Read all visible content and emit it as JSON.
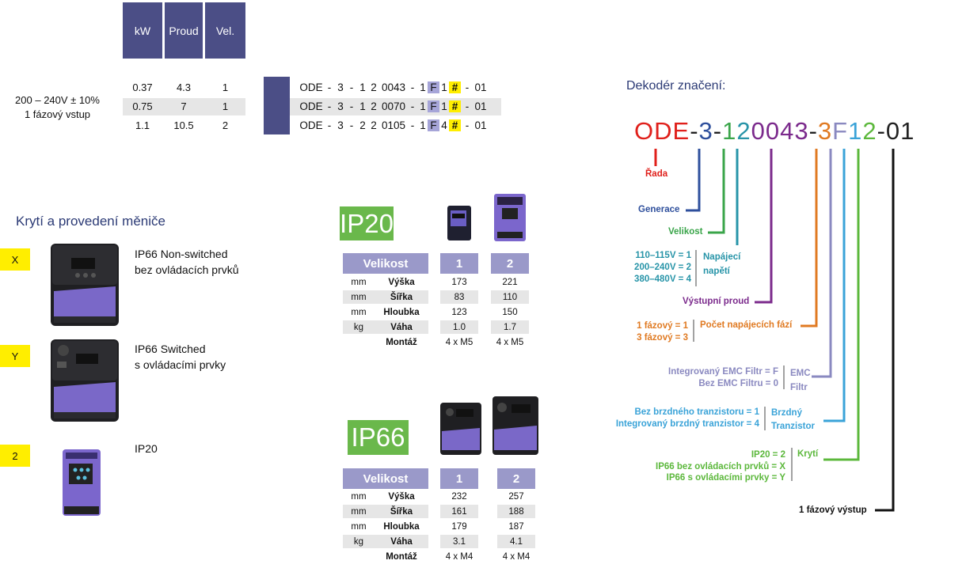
{
  "rating_table": {
    "headers": [
      "kW",
      "Proud",
      "Vel."
    ],
    "supply_label_line1": "200 – 240V ± 10%",
    "supply_label_line2": "1 fázový vstup",
    "rows": [
      {
        "kw": "0.37",
        "current": "4.3",
        "size": "1",
        "code": [
          "ODE",
          "-",
          "3",
          "-",
          "1",
          "2",
          "0043",
          "-",
          "1",
          "F",
          "1",
          "#",
          "-",
          "01"
        ]
      },
      {
        "kw": "0.75",
        "current": "7",
        "size": "1",
        "code": [
          "ODE",
          "-",
          "3",
          "-",
          "1",
          "2",
          "0070",
          "-",
          "1",
          "F",
          "1",
          "#",
          "-",
          "01"
        ]
      },
      {
        "kw": "1.1",
        "current": "10.5",
        "size": "2",
        "code": [
          "ODE",
          "-",
          "3",
          "-",
          "2",
          "2",
          "0105",
          "-",
          "1",
          "F",
          "4",
          "#",
          "-",
          "01"
        ]
      }
    ]
  },
  "enclosure": {
    "title": "Krytí a provedení měniče",
    "items": [
      {
        "tag": "X",
        "line1": "IP66 Non-switched",
        "line2": "bez ovládacích prvků"
      },
      {
        "tag": "Y",
        "line1": "IP66 Switched",
        "line2": "s ovládacími prvky"
      },
      {
        "tag": "2",
        "line1": "IP20",
        "line2": ""
      }
    ]
  },
  "ip20": {
    "badge": "IP20",
    "header": "Velikost",
    "sizes": [
      "1",
      "2"
    ],
    "rows": [
      {
        "unit": "mm",
        "label": "Výška",
        "v1": "173",
        "v2": "221"
      },
      {
        "unit": "mm",
        "label": "Šířka",
        "v1": "83",
        "v2": "110"
      },
      {
        "unit": "mm",
        "label": "Hloubka",
        "v1": "123",
        "v2": "150"
      },
      {
        "unit": "kg",
        "label": "Váha",
        "v1": "1.0",
        "v2": "1.7"
      },
      {
        "unit": "",
        "label": "Montáž",
        "v1": "4 x M5",
        "v2": "4 x M5"
      }
    ]
  },
  "ip66": {
    "badge": "IP66",
    "header": "Velikost",
    "sizes": [
      "1",
      "2"
    ],
    "rows": [
      {
        "unit": "mm",
        "label": "Výška",
        "v1": "232",
        "v2": "257"
      },
      {
        "unit": "mm",
        "label": "Šířka",
        "v1": "161",
        "v2": "188"
      },
      {
        "unit": "mm",
        "label": "Hloubka",
        "v1": "179",
        "v2": "187"
      },
      {
        "unit": "kg",
        "label": "Váha",
        "v1": "3.1",
        "v2": "4.1"
      },
      {
        "unit": "",
        "label": "Montáž",
        "v1": "4 x M4",
        "v2": "4 x M4"
      }
    ]
  },
  "decoder": {
    "title": "Dekodér značení:",
    "code_parts": [
      {
        "text": "ODE",
        "color": "#e0201b"
      },
      {
        "text": "-",
        "color": "#222222"
      },
      {
        "text": "3",
        "color": "#2e4f9c"
      },
      {
        "text": "-",
        "color": "#222222"
      },
      {
        "text": "1",
        "color": "#3aa54a"
      },
      {
        "text": "2",
        "color": "#2794a8"
      },
      {
        "text": "0043",
        "color": "#7b2a8c"
      },
      {
        "text": "-",
        "color": "#222222"
      },
      {
        "text": "3",
        "color": "#e07a22"
      },
      {
        "text": "F",
        "color": "#8a89c0"
      },
      {
        "text": "1",
        "color": "#3aa3d8"
      },
      {
        "text": "2",
        "color": "#5cb83c"
      },
      {
        "text": "-01",
        "color": "#222222"
      }
    ],
    "rada": "Řada",
    "generace": "Generace",
    "velikost": "Velikost",
    "napeti_values": [
      "110–115V = 1",
      "200–240V = 2",
      "380–480V = 4"
    ],
    "napeti_label": [
      "Napájecí",
      "napětí"
    ],
    "vystupni_proud": "Výstupní proud",
    "faze_values": [
      "1 fázový = 1",
      "3 fázový = 3"
    ],
    "faze_label": "Počet napájecích fází",
    "emc_values": [
      "Integrovaný EMC Filtr = F",
      "Bez EMC Filtru = 0"
    ],
    "emc_label": [
      "EMC",
      "Filtr"
    ],
    "brzdny_values": [
      "Bez brzdného tranzistoru  = 1",
      "Integrovaný brzdný tranzistor = 4"
    ],
    "brzdny_label": [
      "Brzdný",
      "Tranzistor"
    ],
    "kryti_values": [
      "IP20 = 2",
      "IP66 bez ovládacích prvků = X",
      "IP66 s ovládacími prvky = Y"
    ],
    "kryti_label": "Krytí",
    "vystup": "1 fázový výstup"
  }
}
